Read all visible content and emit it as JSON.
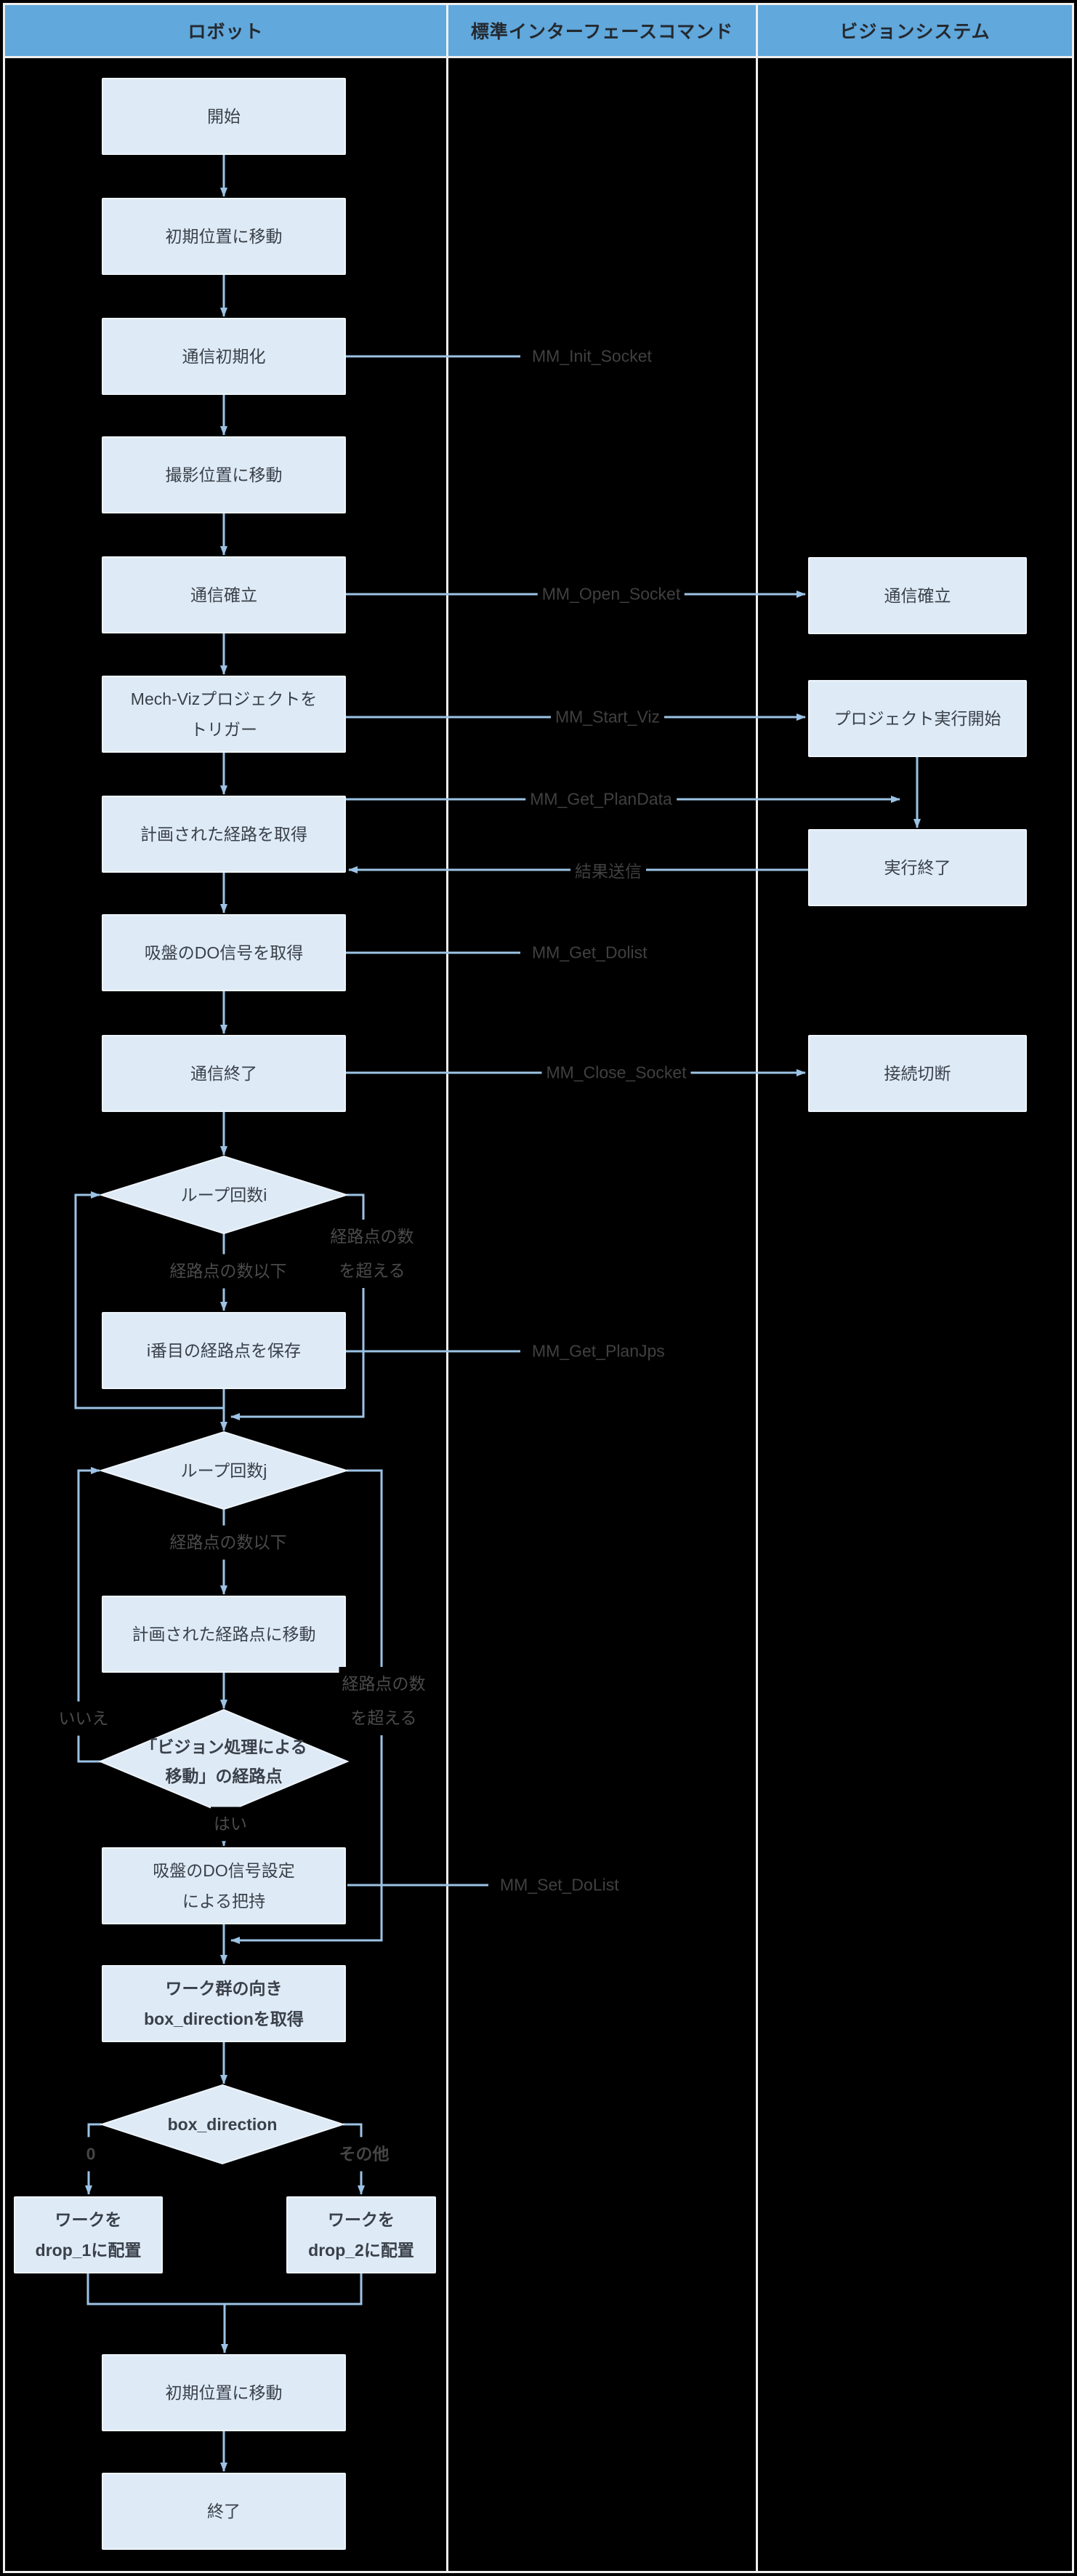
{
  "header": {
    "robot": "ロボット",
    "commands": "標準インターフェースコマンド",
    "vision": "ビジョンシステム"
  },
  "robot": {
    "start": "開始",
    "move_initial": "初期位置に移動",
    "init_comm": "通信初期化",
    "move_capture": "撮影位置に移動",
    "establish_comm": "通信確立",
    "trigger_viz": {
      "line1": "Mech-Vizプロジェクトを",
      "line2": "トリガー"
    },
    "get_path": "計画された経路を取得",
    "get_do": "吸盤のDO信号を取得",
    "close_comm": "通信終了",
    "loop_i": "ループ回数i",
    "save_waypoint": "i番目の経路点を保存",
    "loop_j": "ループ回数j",
    "move_waypoint": "計画された経路点に移動",
    "vision_waypoint": {
      "line1": "「ビジョン処理による",
      "line2": "移動」の経路点"
    },
    "set_do": {
      "line1": "吸盤のDO信号設定",
      "line2": "による把持"
    },
    "get_direction": {
      "line1": "ワーク群の向き",
      "line2": "box_directionを取得"
    },
    "check_direction": "box_direction",
    "drop_1": {
      "line1": "ワークを",
      "line2": "drop_1に配置"
    },
    "drop_2": {
      "line1": "ワークを",
      "line2": "drop_2に配置"
    },
    "move_initial_2": "初期位置に移動",
    "end": "終了"
  },
  "vision": {
    "establish_comm": "通信確立",
    "project_start": "プロジェクト実行開始",
    "exec_end": "実行終了",
    "disconnect": "接続切断"
  },
  "commands": {
    "init_socket": "MM_Init_Socket",
    "open_socket": "MM_Open_Socket",
    "start_viz": "MM_Start_Viz",
    "get_plan_data": "MM_Get_PlanData",
    "send_result": "結果送信",
    "get_dolist": "MM_Get_Dolist",
    "close_socket": "MM_Close_Socket",
    "get_planjps": "MM_Get_PlanJps",
    "set_dolist": "MM_Set_DoList"
  },
  "branches": {
    "loop_i_under": "経路点の数以下",
    "loop_i_over": {
      "line1": "経路点の数",
      "line2": "を超える"
    },
    "loop_j_under": "経路点の数以下",
    "no": "いいえ",
    "yes": "はい",
    "loop_j_over": {
      "line1": "経路点の数",
      "line2": "を超える"
    },
    "zero": "0",
    "other": "その他"
  },
  "colors": {
    "background": "#000000",
    "lane_header_fill": "#61A8DC",
    "lane_header_text": "#24292F",
    "node_fill": "#DEEBF7",
    "node_text": "#3A4049",
    "connector": "#9CC3E5",
    "grid": "#EFEFEF",
    "command_text": "#404040",
    "branch_text": "#4B4B4B"
  }
}
